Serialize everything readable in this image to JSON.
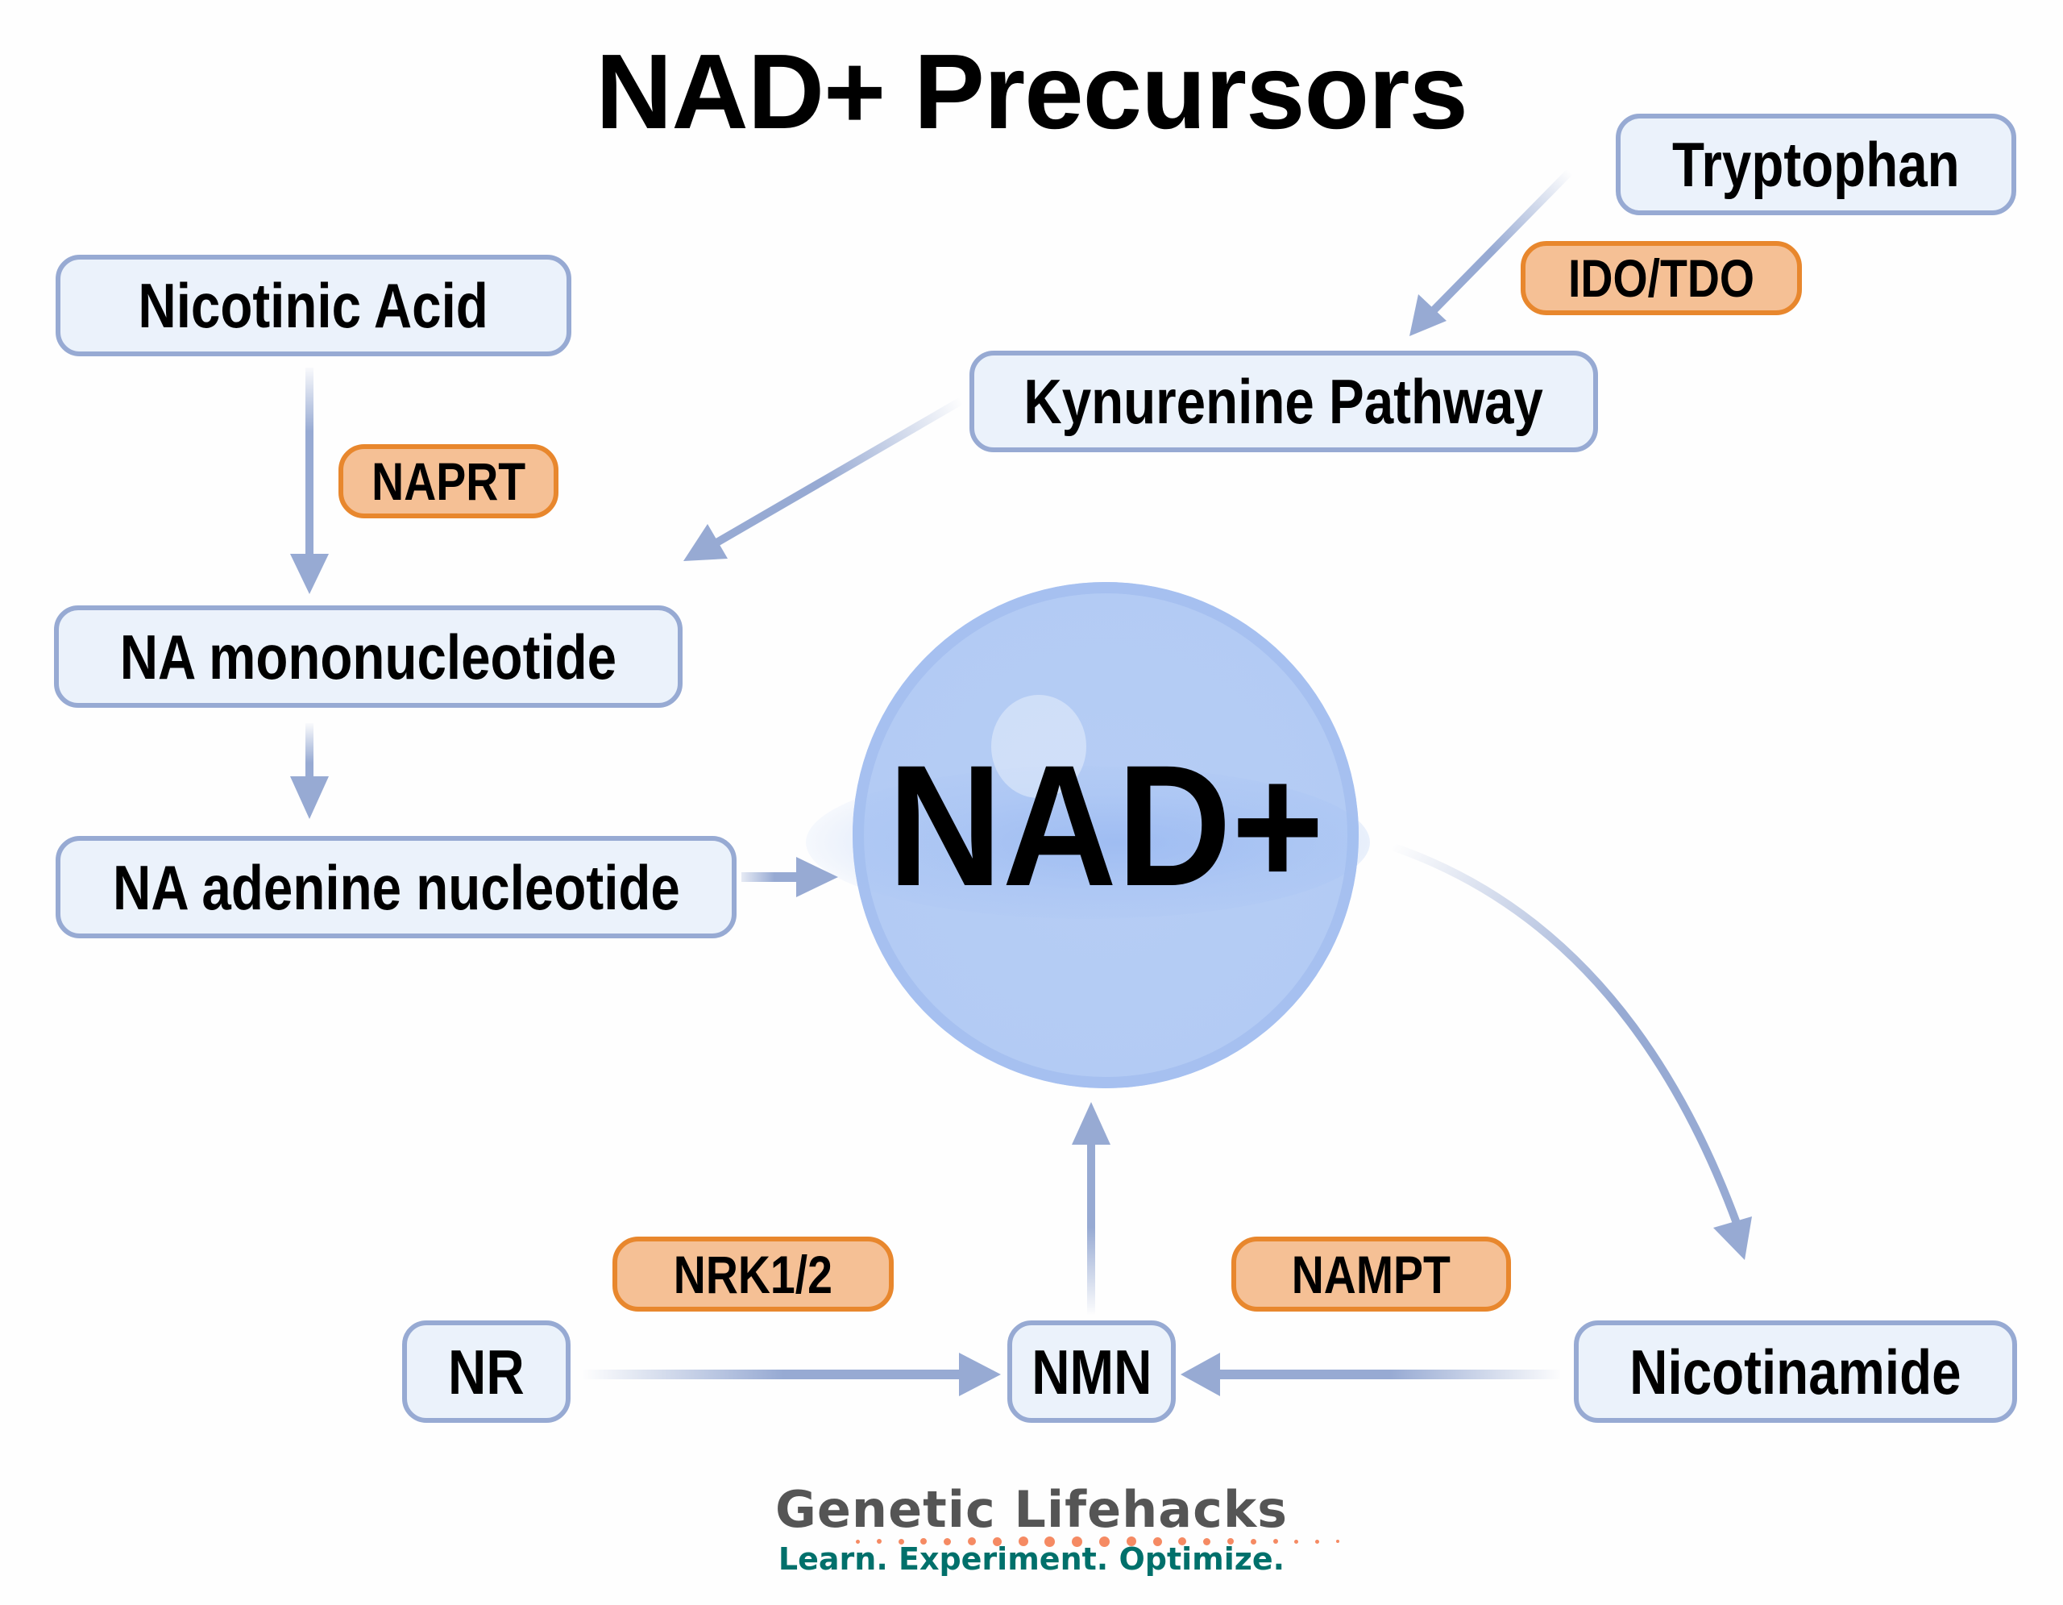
{
  "title": "NAD+ Precursors",
  "center": {
    "label": "NAD+"
  },
  "nodes": {
    "tryptophan": "Tryptophan",
    "nicotinic_acid": "Nicotinic Acid",
    "kynurenine_pathway": "Kynurenine Pathway",
    "na_mononucleotide": "NA mononucleotide",
    "na_adenine_nucleotide": "NA adenine nucleotide",
    "nr": "NR",
    "nmn": "NMN",
    "nicotinamide": "Nicotinamide"
  },
  "enzymes": {
    "ido_tdo": "IDO/TDO",
    "naprt": "NAPRT",
    "nrk": "NRK1/2",
    "nampt": "NAMPT"
  },
  "edges": [
    {
      "from": "Tryptophan",
      "to": "Kynurenine Pathway",
      "enzyme": "IDO/TDO"
    },
    {
      "from": "Kynurenine Pathway",
      "to": "NA mononucleotide"
    },
    {
      "from": "Nicotinic Acid",
      "to": "NA mononucleotide",
      "enzyme": "NAPRT"
    },
    {
      "from": "NA mononucleotide",
      "to": "NA adenine nucleotide"
    },
    {
      "from": "NA adenine nucleotide",
      "to": "NAD+"
    },
    {
      "from": "NAD+",
      "to": "Nicotinamide"
    },
    {
      "from": "Nicotinamide",
      "to": "NMN",
      "enzyme": "NAMPT"
    },
    {
      "from": "NR",
      "to": "NMN",
      "enzyme": "NRK1/2"
    },
    {
      "from": "NMN",
      "to": "NAD+"
    }
  ],
  "footer": {
    "brand": "Genetic Lifehacks",
    "tagline": "Learn. Experiment. Optimize."
  },
  "colors": {
    "node_fill": "#ebf2fb",
    "node_border": "#97aad3",
    "enzyme_fill": "#f5c095",
    "enzyme_border": "#e8872d",
    "arrow": "#97aad3",
    "nad_circle": "#b3cbf4",
    "brand_text": "#555555",
    "tagline_text": "#00706b",
    "dots": "#f58a63"
  }
}
